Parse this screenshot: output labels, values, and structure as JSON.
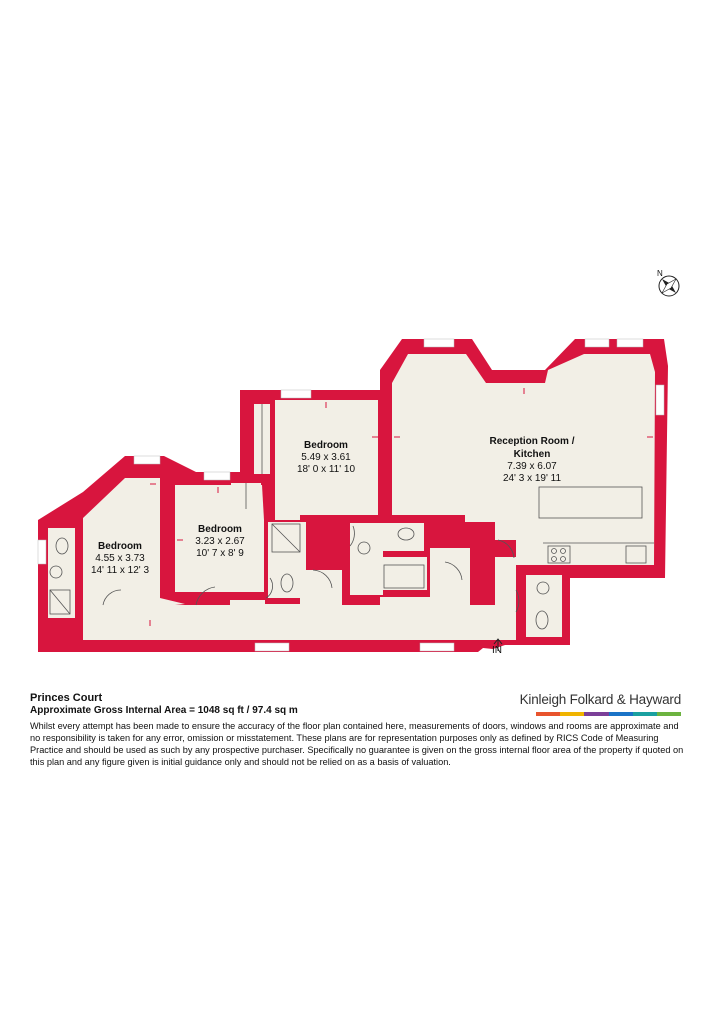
{
  "plan": {
    "rooms": [
      {
        "id": "reception",
        "name_line1": "Reception Room /",
        "name_line2": "Kitchen",
        "metric": "7.39 x 6.07",
        "imperial": "24' 3 x 19' 11"
      },
      {
        "id": "bedroom1",
        "name_line1": "Bedroom",
        "metric": "5.49 x 3.61",
        "imperial": "18' 0 x 11' 10"
      },
      {
        "id": "bedroom2",
        "name_line1": "Bedroom",
        "metric": "3.23 x 2.67",
        "imperial": "10' 7 x 8' 9"
      },
      {
        "id": "bedroom3",
        "name_line1": "Bedroom",
        "metric": "4.55 x 3.73",
        "imperial": "14' 11 x 12' 3"
      }
    ],
    "entrance_label": "IN",
    "compass_label": "N",
    "colors": {
      "wall": "#d8153e",
      "floor": "#f2efe6",
      "window": "#ffffff",
      "fixture": "#555555"
    }
  },
  "footer": {
    "property_name": "Princes Court",
    "area": "Approximate Gross Internal Area = 1048 sq ft / 97.4 sq m",
    "disclaimer": "Whilst every attempt has been made to ensure the accuracy of the floor plan contained here, measurements of doors, windows and rooms are approximate and no responsibility is taken for any error, omission or misstatement. These plans are for representation purposes only as defined by RICS Code of Measuring Practice and should be used as such by any prospective purchaser. Specifically no guarantee is given on the gross internal floor area of the property if quoted on this plan and any figure given is initial guidance only and should not be relied on as a basis of valuation.",
    "brand": "Kinleigh Folkard & Hayward",
    "brand_colors": [
      "#e8542d",
      "#f0b400",
      "#7b3f98",
      "#1a73c7",
      "#1aa0a0",
      "#6cb33f"
    ]
  }
}
